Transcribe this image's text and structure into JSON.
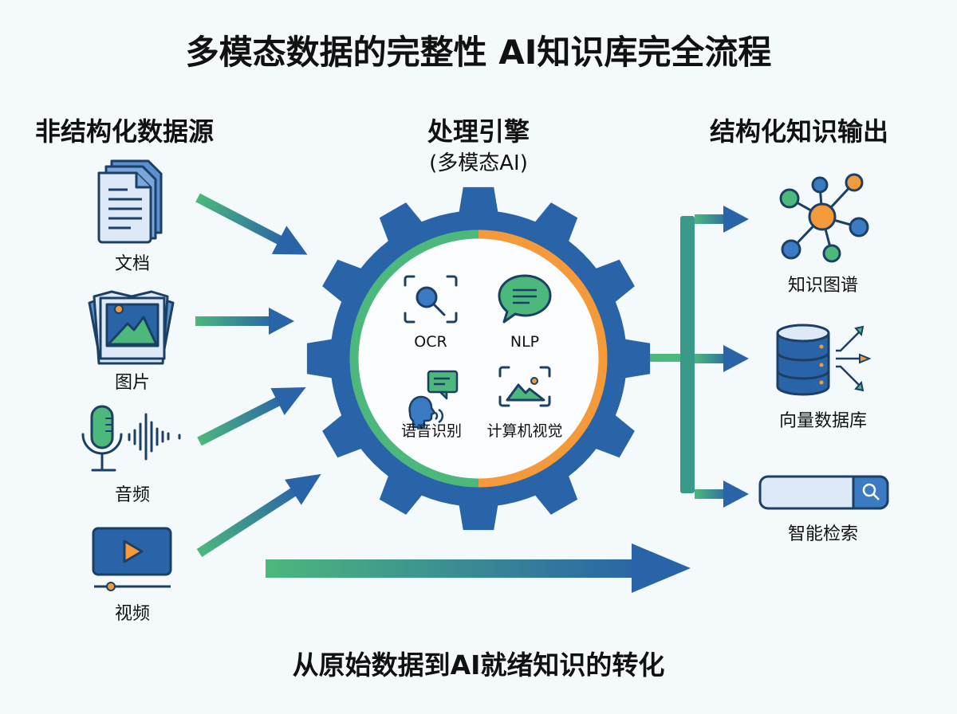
{
  "title": "多模态数据的完整性  AI知识库完全流程",
  "columns": {
    "sources": {
      "heading": "非结构化数据源",
      "items": [
        {
          "label": "文档",
          "icon": "document-icon"
        },
        {
          "label": "图片",
          "icon": "image-icon"
        },
        {
          "label": "音频",
          "icon": "audio-icon"
        },
        {
          "label": "视频",
          "icon": "video-icon"
        }
      ]
    },
    "engine": {
      "heading": "处理引擎",
      "subheading": "(多模态AI)",
      "modules": [
        {
          "label": "OCR",
          "icon": "ocr-scan-icon"
        },
        {
          "label": "NLP",
          "icon": "chat-bubble-icon"
        },
        {
          "label": "语音识别",
          "icon": "speech-icon"
        },
        {
          "label": "计算机视觉",
          "icon": "vision-icon"
        }
      ]
    },
    "outputs": {
      "heading": "结构化知识输出",
      "items": [
        {
          "label": "知识图谱",
          "icon": "knowledge-graph-icon"
        },
        {
          "label": "向量数据库",
          "icon": "database-icon"
        },
        {
          "label": "智能检索",
          "icon": "search-bar-icon"
        }
      ]
    }
  },
  "footer": "从原始数据到AI就绪知识的转化",
  "colors": {
    "background": "#f4f9fc",
    "blue": "#2a64a8",
    "dark_blue": "#1c3f66",
    "light_blue": "#3b7bc4",
    "green": "#4cb87c",
    "orange": "#f49a3a",
    "paper": "#dde9f6"
  }
}
